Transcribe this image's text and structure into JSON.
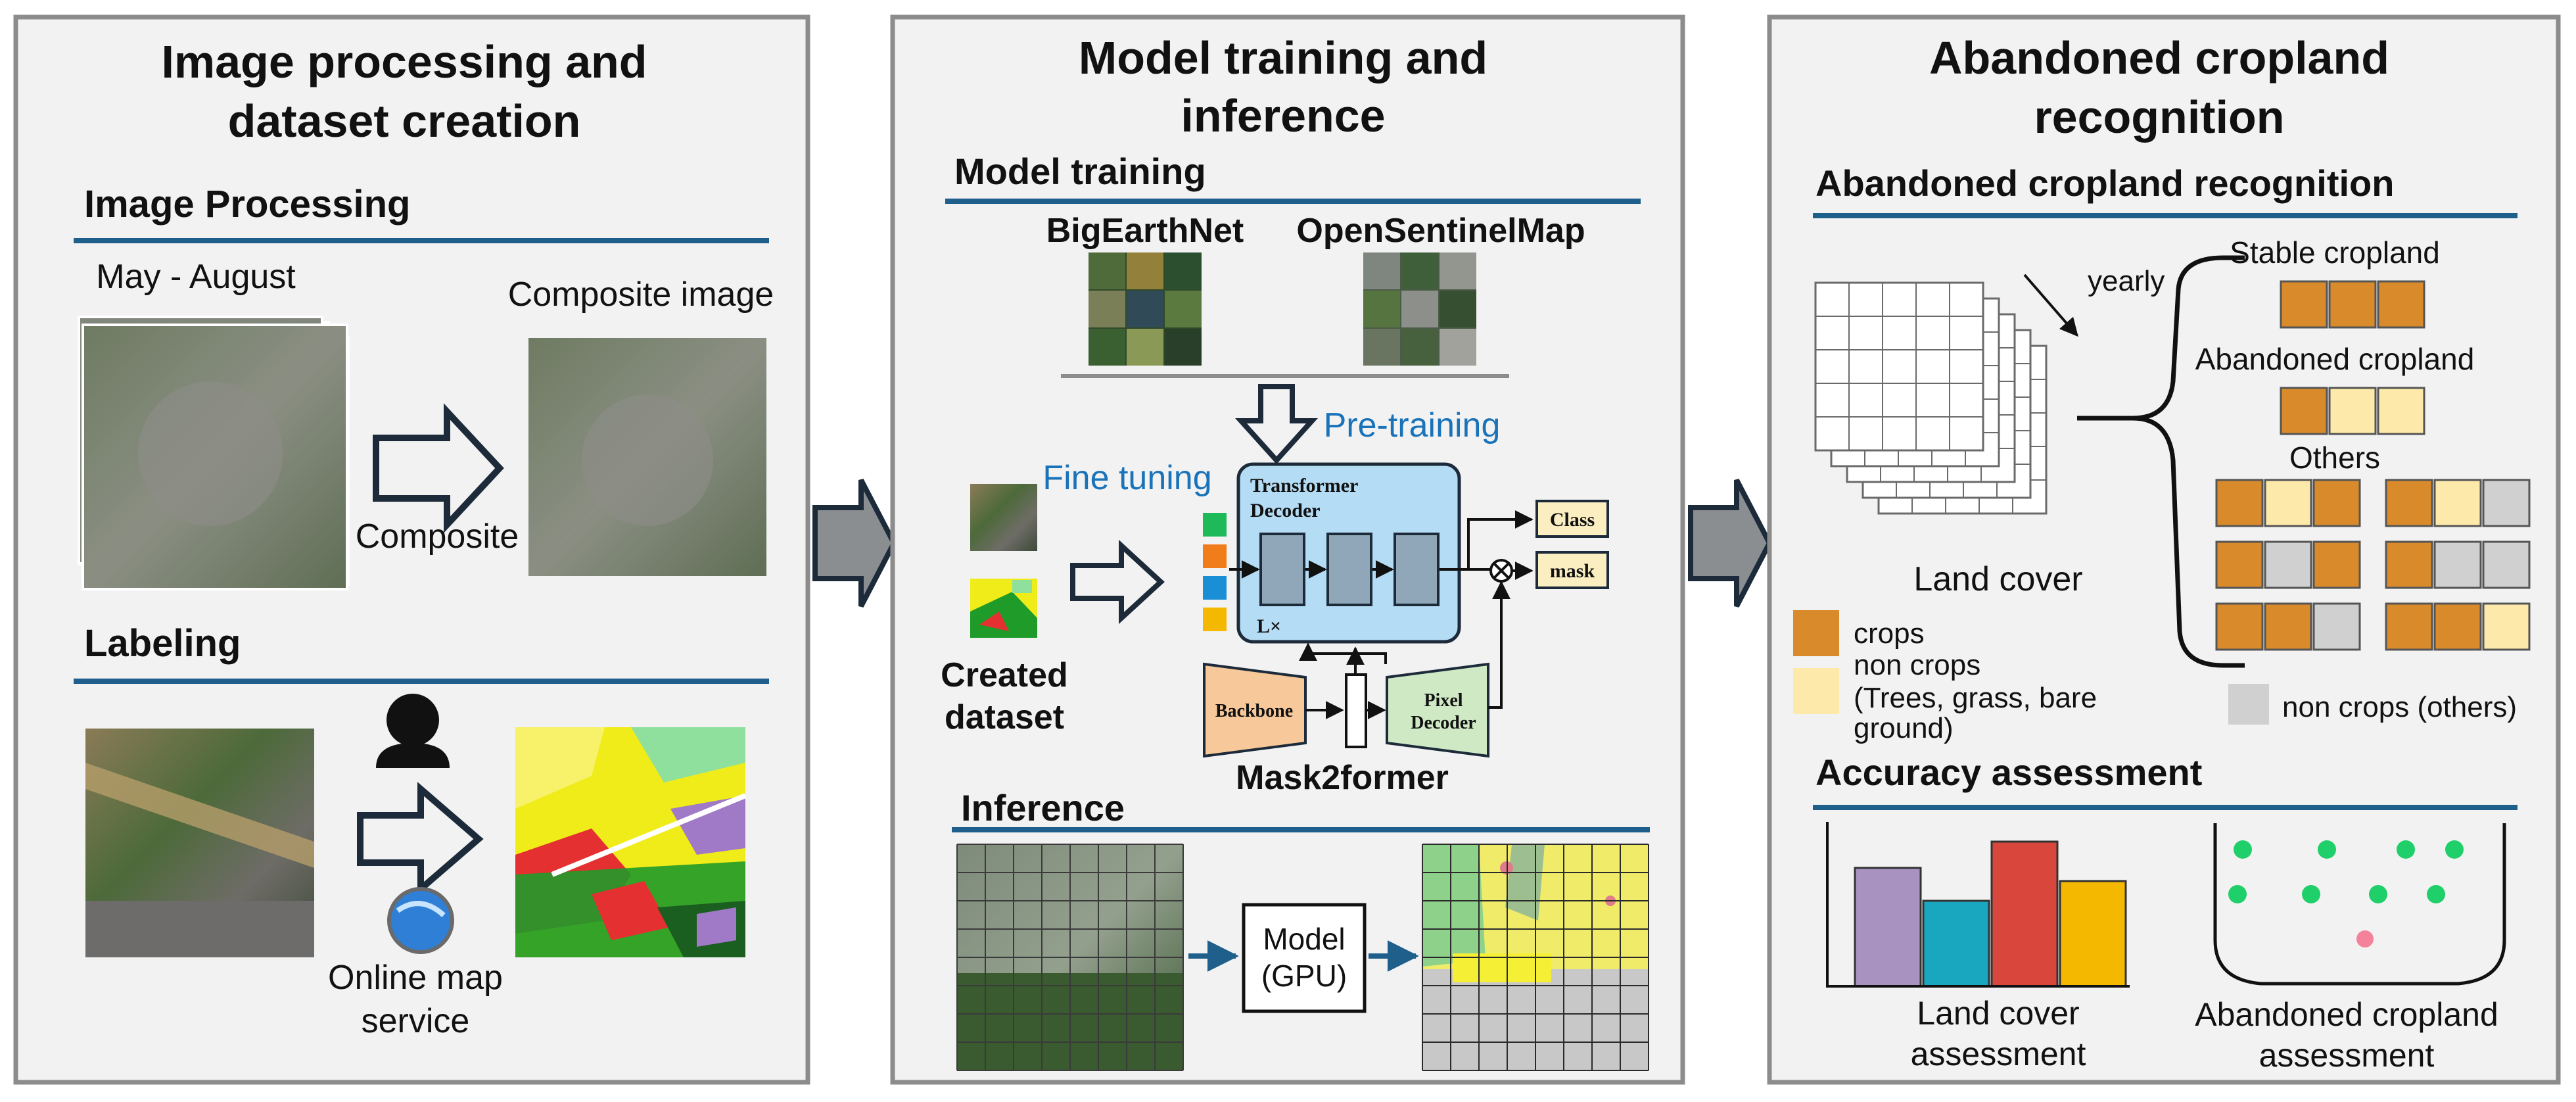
{
  "panel1": {
    "title_line1": "Image processing and",
    "title_line2": "dataset creation",
    "section_processing": "Image Processing",
    "date_range": "May - August",
    "composite_image_label": "Composite image",
    "composite_arrow_label": "Composite",
    "section_labeling": "Labeling",
    "online_map_line1": "Online map",
    "online_map_line2": "service"
  },
  "panel2": {
    "title_line1": "Model training and",
    "title_line2": "inference",
    "section_training": "Model training",
    "dataset1": "BigEarthNet",
    "dataset2": "OpenSentinelMap",
    "pretraining": "Pre-training",
    "fine_tuning": "Fine tuning",
    "created_line1": "Created",
    "created_line2": "dataset",
    "decoder_line1": "Transformer",
    "decoder_line2": "Decoder",
    "layers": "L×",
    "class_label": "Class",
    "mask_label": "mask",
    "backbone": "Backbone",
    "pixel_decoder_line1": "Pixel",
    "pixel_decoder_line2": "Decoder",
    "model_name": "Mask2former",
    "section_inference": "Inference",
    "model_line1": "Model",
    "model_line2": "(GPU)"
  },
  "panel3": {
    "title_line1": "Abandoned cropland",
    "title_line2": "recognition",
    "section_recognition": "Abandoned cropland recognition",
    "yearly": "yearly",
    "land_cover": "Land cover",
    "stable": "Stable cropland",
    "abandoned": "Abandoned cropland",
    "others": "Others",
    "legend_crops": "crops",
    "legend_noncrops_line1": "non crops",
    "legend_noncrops_line2": "(Trees, grass, bare",
    "legend_noncrops_line3": "ground)",
    "legend_others": "non crops (others)",
    "section_accuracy": "Accuracy assessment",
    "lc_assess_line1": "Land cover",
    "lc_assess_line2": "assessment",
    "ab_assess_line1": "Abandoned cropland",
    "ab_assess_line2": "assessment"
  },
  "colors": {
    "panel_bg": "#f2f2f2",
    "panel_border": "#8c8c8c",
    "section_rule": "#1f5f8b",
    "accent_text": "#1a73b9",
    "crops": "#d98b2b",
    "non_crops": "#fde9a9",
    "others": "#d0d0d0",
    "abandoned_pixel": "#f08080",
    "decoder_fill": "#b4dcf4",
    "backbone_fill": "#f6c89a",
    "pixel_decoder_fill": "#cfe9c5",
    "class_mask_fill": "#fbeec1"
  },
  "accuracy_bars": [
    {
      "value": 0.72,
      "color": "#a893c0"
    },
    {
      "value": 0.52,
      "color": "#19a7c0"
    },
    {
      "value": 0.88,
      "color": "#d9473c"
    },
    {
      "value": 0.64,
      "color": "#f5b800"
    }
  ],
  "sequence_rows": [
    [
      "crops",
      "non_crops",
      "crops",
      "crops",
      "non_crops",
      "others"
    ],
    [
      "crops",
      "others",
      "crops",
      "crops",
      "others",
      "others"
    ],
    [
      "crops",
      "crops",
      "others",
      "crops",
      "crops",
      "non_crops"
    ]
  ]
}
